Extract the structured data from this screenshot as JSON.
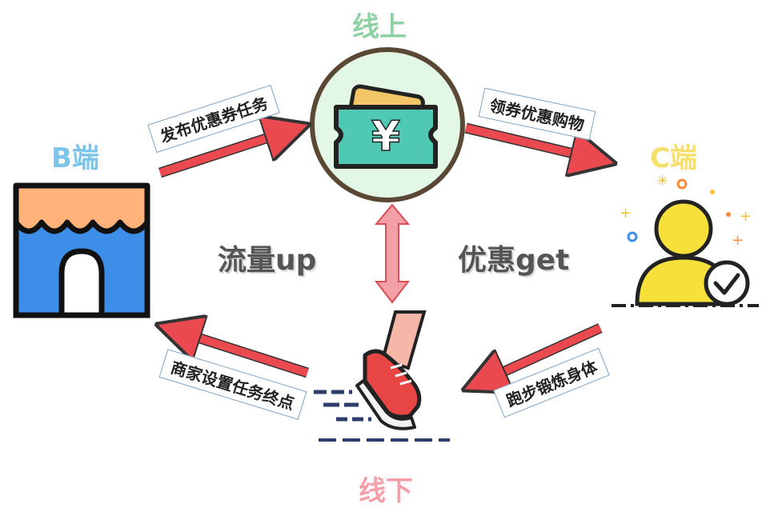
{
  "nodes": {
    "online": "线上",
    "offline": "线下",
    "b_end": "B端",
    "c_end": "C端"
  },
  "edges": {
    "publish_task": "发布优惠券任务",
    "claim_coupon": "领券优惠购物",
    "run_exercise": "跑步锻炼身体",
    "set_endpoint": "商家设置任务终点"
  },
  "center": {
    "traffic_up": "流量up",
    "discount_get": "优惠get"
  },
  "colors": {
    "online_green": "#8fd1a3",
    "offline_pink": "#f3a0aa",
    "b_blue": "#7cc4ea",
    "c_yellow": "#f6df6a",
    "arrow_red": "#ea4a4f",
    "store_blue": "#3d8ee8",
    "awning_orange": "#ffb37a",
    "coupon_teal": "#4fc8b4"
  },
  "icons": [
    "store-icon",
    "coupon-wallet-icon",
    "user-check-icon",
    "running-shoe-icon"
  ],
  "currency_symbol": "¥"
}
